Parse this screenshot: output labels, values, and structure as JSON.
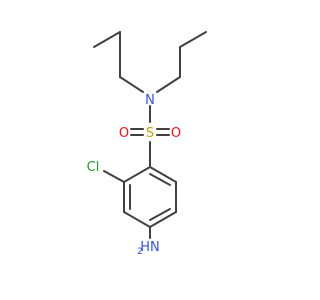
{
  "molecule": {
    "atoms": {
      "nitrogen_sulfonamide": "N",
      "sulfur": "S",
      "oxygen_left": "O",
      "oxygen_right": "O",
      "chlorine": "Cl",
      "amine_N": "N",
      "amine_H": "H",
      "amine_sub": "2"
    },
    "colors": {
      "bond": "#404040",
      "nitrogen": "#3050f8",
      "sulfur": "#c8a400",
      "oxygen": "#ff0d0d",
      "chlorine": "#1fa01f"
    }
  }
}
